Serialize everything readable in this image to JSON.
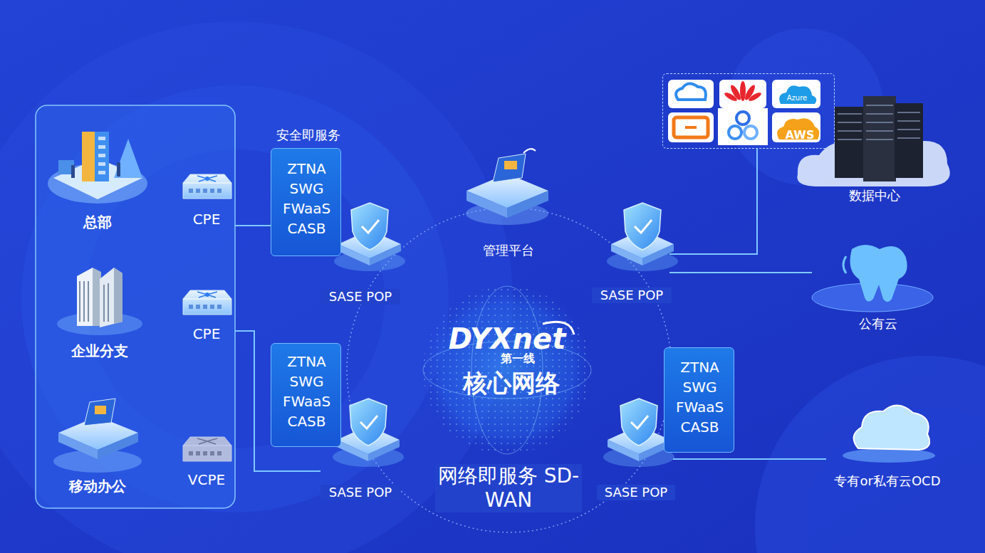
{
  "diagram": {
    "nodes": [
      {
        "text": [
          "总部"
        ]
      },
      {
        "text": [
          "CPE"
        ]
      },
      {
        "text": [
          "企业分支"
        ]
      },
      {
        "text": [
          "CPE"
        ]
      },
      {
        "text": [
          "移动办公"
        ]
      },
      {
        "text": [
          "VCPE"
        ]
      },
      {
        "text": [
          "安全即服务",
          "ZTNA SWG FWaaS CASB"
        ]
      },
      {
        "text": [
          "SASE POP"
        ]
      },
      {
        "text": [
          "管理平台"
        ]
      },
      {
        "text": [
          "SASE POP"
        ]
      },
      {
        "text": [
          "ZTNA SWG FWaaS CASB"
        ]
      },
      {
        "text": [
          "SASE POP"
        ]
      },
      {
        "text": [
          "DYXnet",
          "第一线",
          "核心网络",
          "网络即服务 SD-WAN"
        ]
      },
      {
        "text": [
          "ZTNA SWG FWaaS CASB"
        ]
      },
      {
        "text": [
          "SASE POP"
        ]
      },
      {
        "text": [
          "Azure",
          "AWS"
        ]
      },
      {
        "text": [
          "数据中心"
        ]
      },
      {
        "text": [
          "公有云"
        ]
      },
      {
        "text": [
          "专有or私有云OCD"
        ]
      }
    ],
    "edges": [
      {
        "from": 1,
        "to": 6,
        "arrow": "none"
      },
      {
        "from": 3,
        "to": 11,
        "arrow": "none"
      },
      {
        "from": 9,
        "to": 15,
        "arrow": "none"
      },
      {
        "from": 9,
        "to": 17,
        "arrow": "none"
      },
      {
        "from": 14,
        "to": 18,
        "arrow": "none"
      }
    ]
  }
}
